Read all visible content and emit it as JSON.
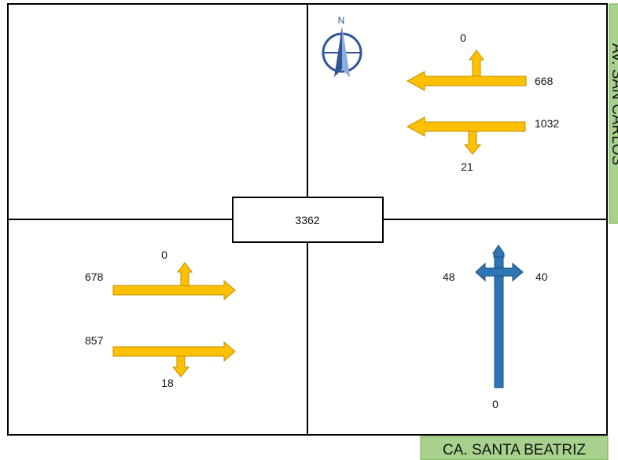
{
  "total": "3362",
  "streets": {
    "vertical_label": "AV. SAN CARLOS",
    "horizontal_label": "CA. SANTA BEATRIZ"
  },
  "compass": {
    "letter": "N"
  },
  "flows": {
    "ne_left_top": "668",
    "ne_up": "0",
    "ne_left_bottom": "1032",
    "ne_down": "21",
    "sw_right_top": "678",
    "sw_up": "0",
    "sw_right_bottom": "857",
    "sw_down": "18",
    "se_left": "48",
    "se_right": "40",
    "se_up": "0"
  },
  "colors": {
    "vehicle_arrow": "#ffc000",
    "vehicle_arrow_outline": "#bf9000",
    "pedestrian_arrow": "#2e75b6",
    "pedestrian_arrow_outline": "#1f4e79",
    "street_sign": "#a9d18e",
    "street_sign_border": "#70ad47",
    "compass": "#2f5597"
  }
}
